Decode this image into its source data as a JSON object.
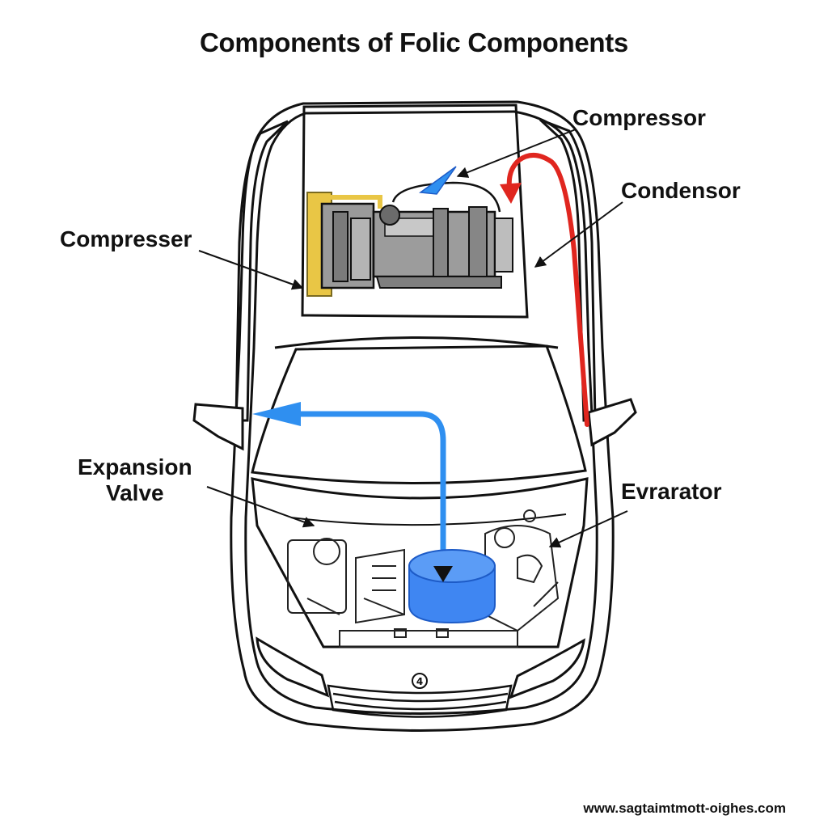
{
  "title": "Components of Folic Components",
  "labels": {
    "compressor_top": "Compressor",
    "condensor": "Condensor",
    "compresser": "Compresser",
    "expansion_valve_line1": "Expansion",
    "expansion_valve_line2": "Valve",
    "evrarator": "Evrarator"
  },
  "watermark": "www.sagtaimtmott-oighes.com",
  "hood_badge": "4",
  "colors": {
    "outline": "#111111",
    "red_flow": "#e0261f",
    "blue_flow": "#2f8ff0",
    "evaporator": "#3f86f2",
    "compressor_body": "#8f8f8f",
    "compressor_bracket": "#e9c645"
  }
}
